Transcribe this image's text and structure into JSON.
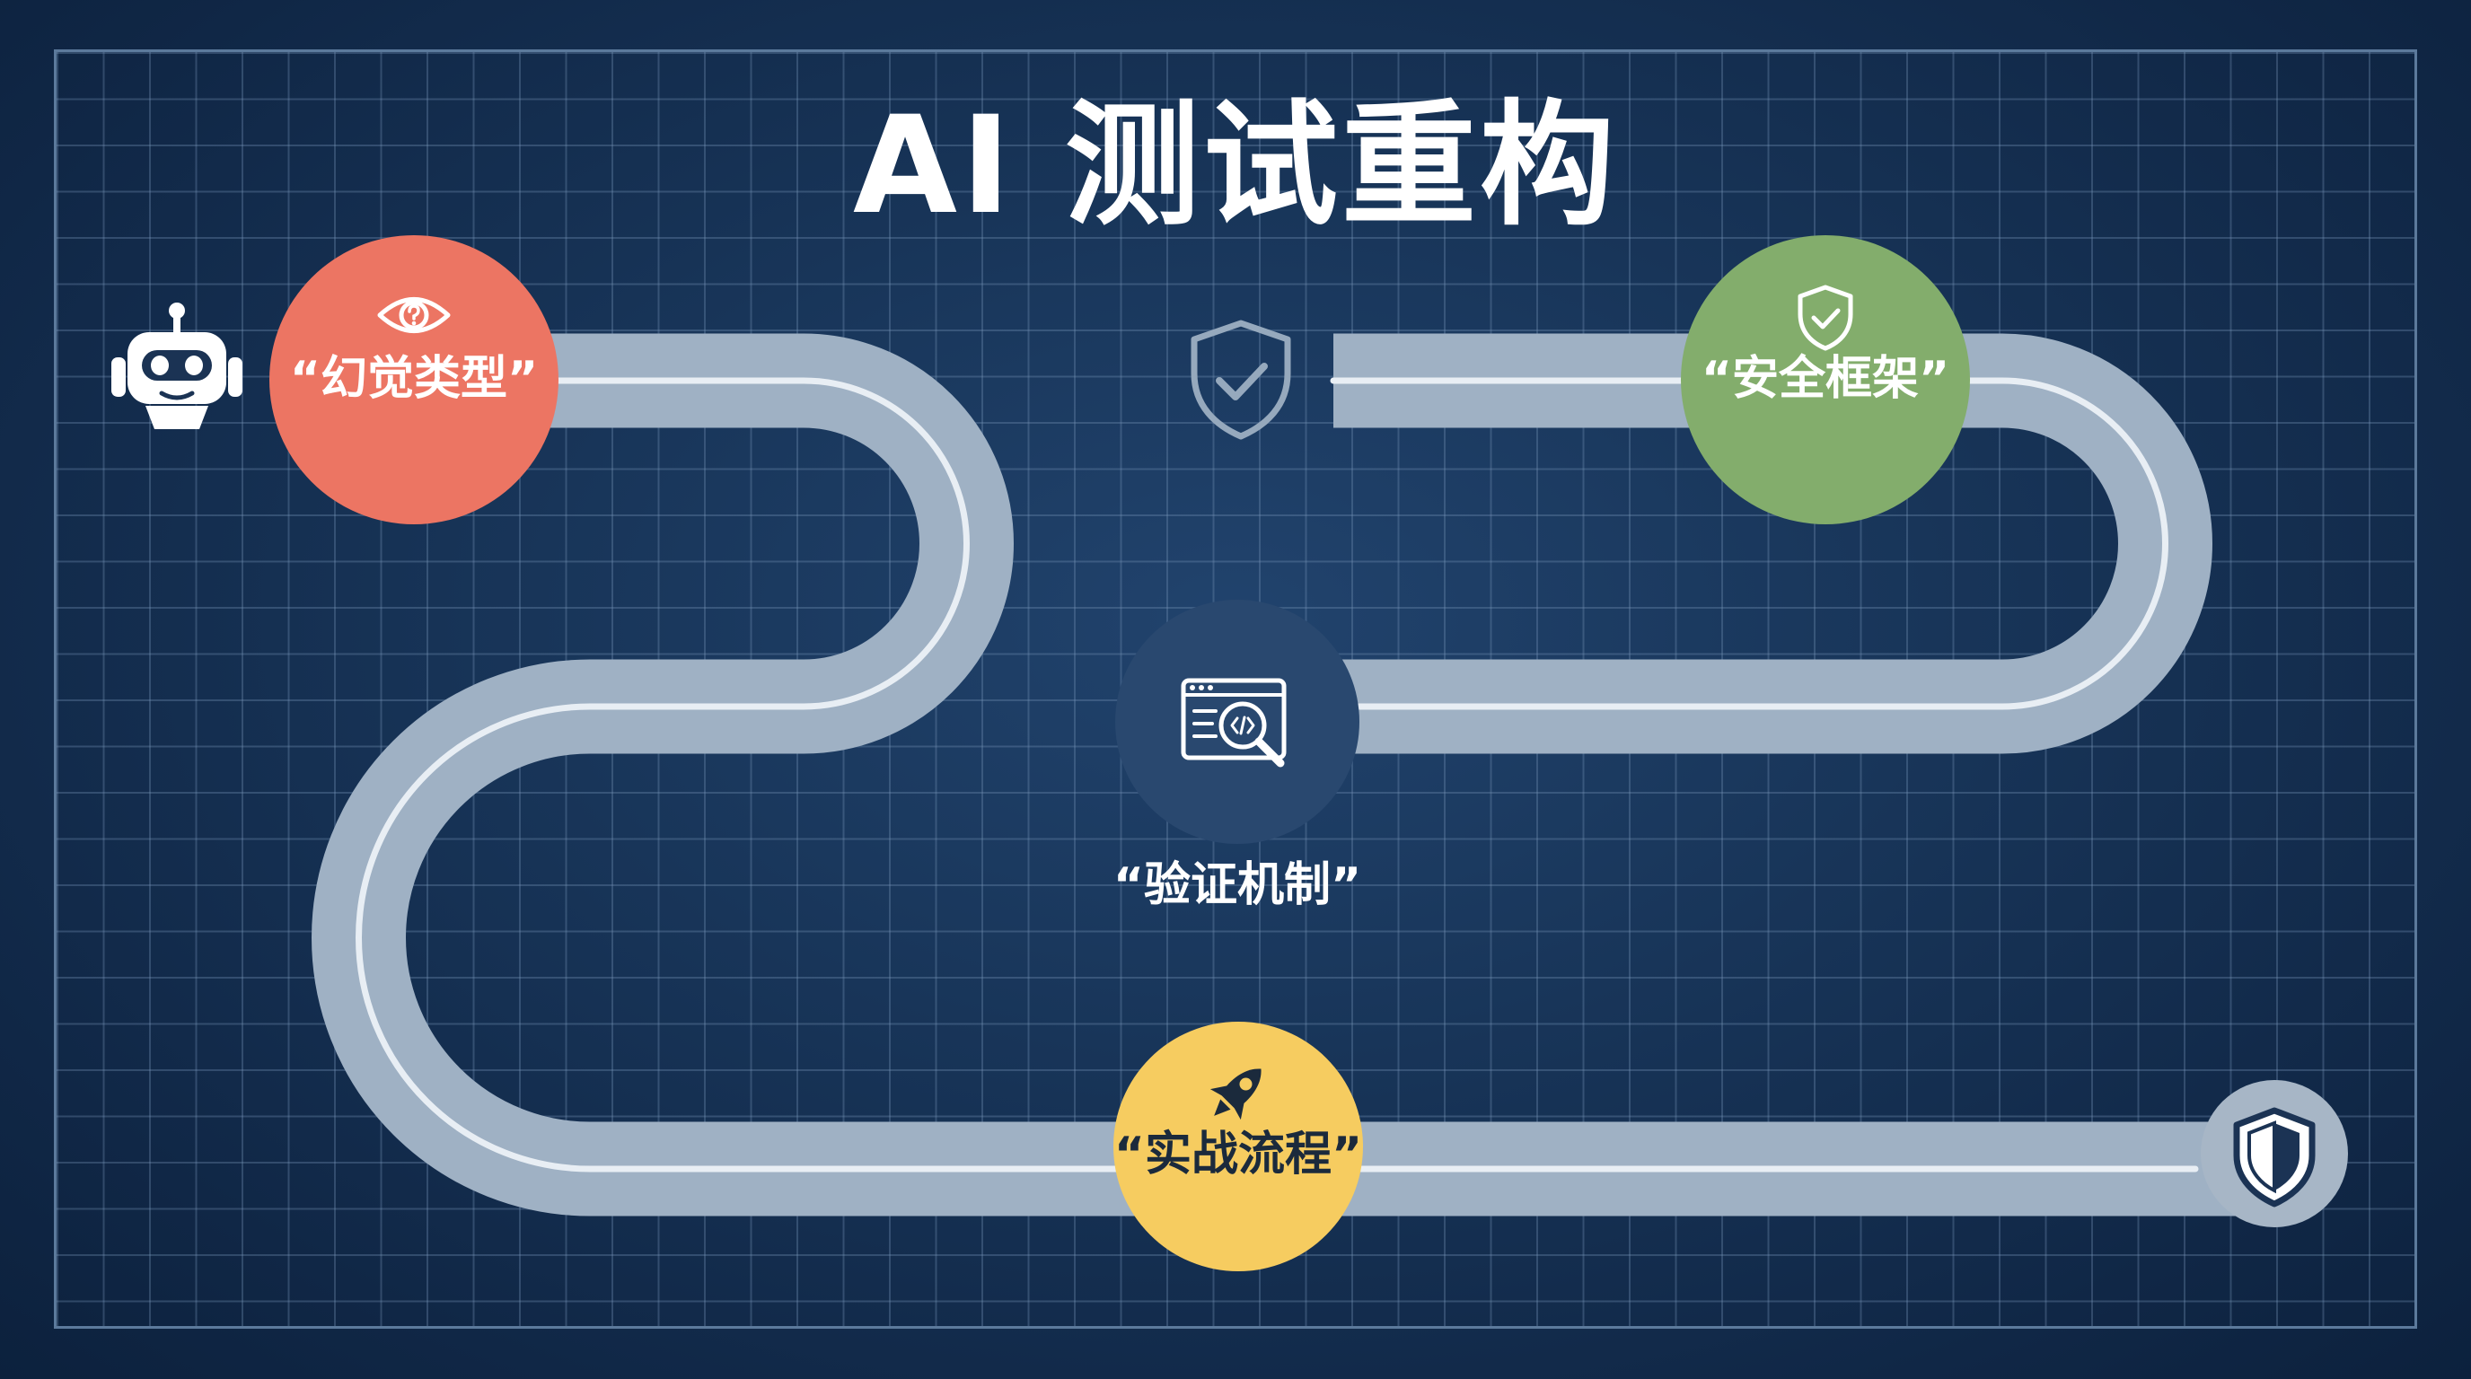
{
  "title": "AI 测试重构",
  "colors": {
    "background": "#143058",
    "road": "#9fb1c4",
    "road_lane": "#e8eef4",
    "stage_hallucination": "#ec7563",
    "stage_security": "#83ad6c",
    "stage_verification": "#29486f",
    "stage_practice": "#f6cc60",
    "end_badge": "#a7b6c6"
  },
  "stages": {
    "hallucination": {
      "label": "“幻觉类型”",
      "icon": "eye-question-icon"
    },
    "security": {
      "label": "“安全框架”",
      "icon": "shield-check-icon"
    },
    "verification": {
      "label": "“验证机制”",
      "icon": "code-search-icon"
    },
    "practice": {
      "label": "“实战流程”",
      "icon": "rocket-icon"
    }
  },
  "icons": {
    "start": "robot-icon",
    "gap": "shield-check-icon",
    "end": "shield-icon"
  }
}
